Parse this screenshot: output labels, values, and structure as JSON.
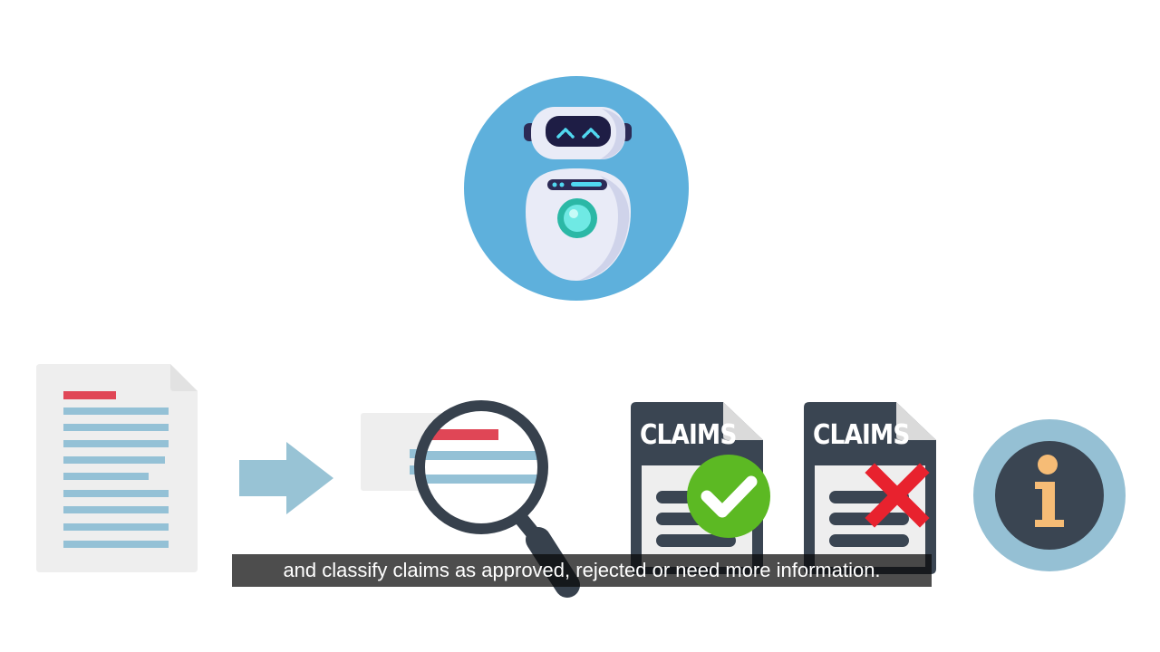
{
  "caption": "and classify claims as approved, rejected or need more information.",
  "claims_labels": [
    "CLAIMS",
    "CLAIMS"
  ],
  "icons": {
    "robot": "robot-icon",
    "document": "document-icon",
    "arrow": "arrow-right-icon",
    "magnifier": "magnifying-glass-icon",
    "approved": "check-icon",
    "rejected": "cross-icon",
    "info": "info-icon"
  },
  "colors": {
    "robot_circle": "#5eb0dc",
    "paper": "#eeeeee",
    "paper_lines": "#94c1d6",
    "highlight": "#e04656",
    "arrow": "#98c3d5",
    "dark": "#3a4552",
    "approved": "#5cb923",
    "rejected": "#e8222e",
    "info_ring": "#95c0d4",
    "info_glyph": "#f6bc76",
    "caption_bg": "#080808"
  }
}
